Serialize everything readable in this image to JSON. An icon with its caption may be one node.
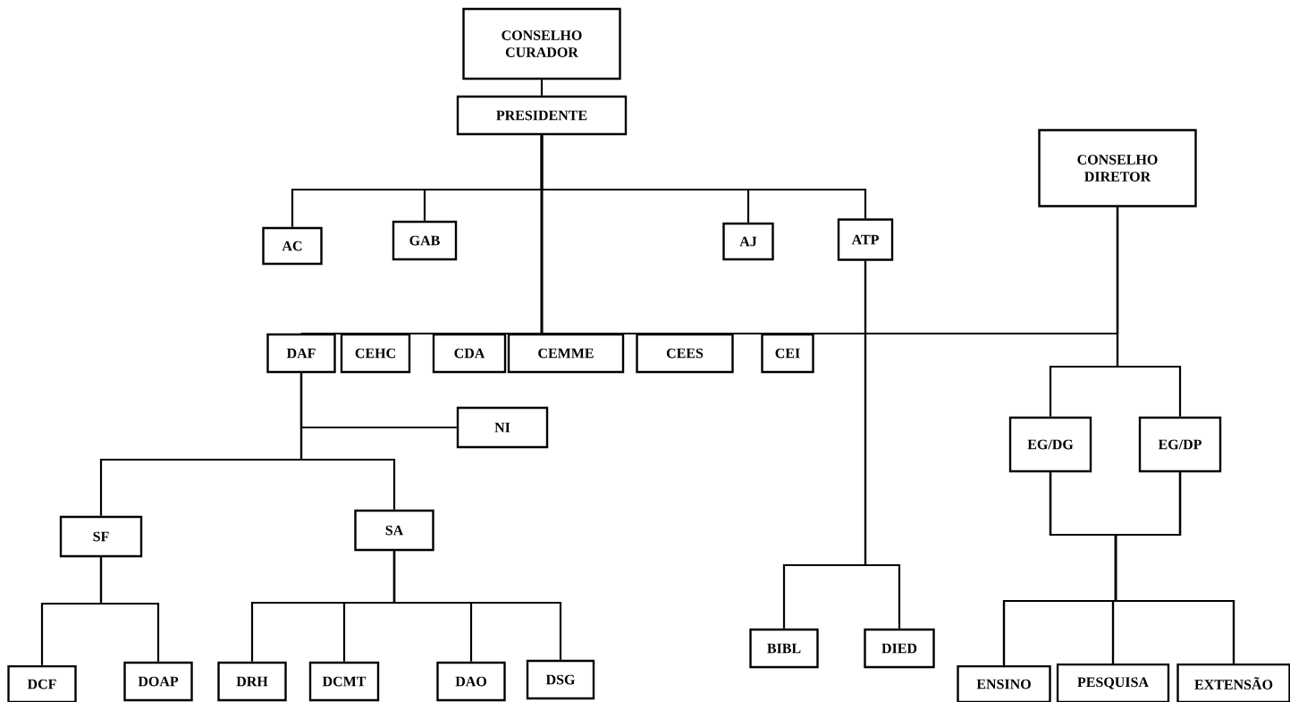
{
  "diagram": {
    "nodes": [
      {
        "text": [
          "CONSELHO CURADOR"
        ]
      },
      {
        "text": [
          "PRESIDENTE"
        ]
      },
      {
        "text": [
          "AC"
        ]
      },
      {
        "text": [
          "GAB"
        ]
      },
      {
        "text": [
          "AJ"
        ]
      },
      {
        "text": [
          "ATP"
        ]
      },
      {
        "text": [
          "CONSELHO DIRETOR"
        ]
      },
      {
        "text": [
          "DAF"
        ]
      },
      {
        "text": [
          "CEHC"
        ]
      },
      {
        "text": [
          "CDA"
        ]
      },
      {
        "text": [
          "CEMME"
        ]
      },
      {
        "text": [
          "CEES"
        ]
      },
      {
        "text": [
          "CEI"
        ]
      },
      {
        "text": [
          "NI"
        ]
      },
      {
        "text": [
          "SF"
        ]
      },
      {
        "text": [
          "SA"
        ]
      },
      {
        "text": [
          "DCF"
        ]
      },
      {
        "text": [
          "DOAP"
        ]
      },
      {
        "text": [
          "DRH"
        ]
      },
      {
        "text": [
          "DCMT"
        ]
      },
      {
        "text": [
          "DAO"
        ]
      },
      {
        "text": [
          "DSG"
        ]
      },
      {
        "text": [
          "BIBL"
        ]
      },
      {
        "text": [
          "DIED"
        ]
      },
      {
        "text": [
          "EG/DG"
        ]
      },
      {
        "text": [
          "EG/DP"
        ]
      },
      {
        "text": [
          "ENSINO"
        ]
      },
      {
        "text": [
          "PESQUISA"
        ]
      },
      {
        "text": [
          "EXTENSÃO"
        ]
      }
    ],
    "edges": [
      {
        "from": 0,
        "to": 1,
        "arrow": "none"
      },
      {
        "from": 1,
        "to": 2,
        "arrow": "none"
      },
      {
        "from": 1,
        "to": 3,
        "arrow": "none"
      },
      {
        "from": 1,
        "to": 4,
        "arrow": "none"
      },
      {
        "from": 1,
        "to": 5,
        "arrow": "none"
      },
      {
        "from": 1,
        "to": 7,
        "arrow": "none"
      },
      {
        "from": 1,
        "to": 8,
        "arrow": "none"
      },
      {
        "from": 1,
        "to": 9,
        "arrow": "none"
      },
      {
        "from": 1,
        "to": 10,
        "arrow": "none"
      },
      {
        "from": 1,
        "to": 11,
        "arrow": "none"
      },
      {
        "from": 1,
        "to": 12,
        "arrow": "none"
      },
      {
        "from": 1,
        "to": 6,
        "arrow": "none"
      },
      {
        "from": 6,
        "to": 24,
        "arrow": "none"
      },
      {
        "from": 6,
        "to": 25,
        "arrow": "none"
      },
      {
        "from": 5,
        "to": 22,
        "arrow": "none"
      },
      {
        "from": 5,
        "to": 23,
        "arrow": "none"
      },
      {
        "from": 7,
        "to": 13,
        "arrow": "none"
      },
      {
        "from": 7,
        "to": 14,
        "arrow": "none"
      },
      {
        "from": 7,
        "to": 15,
        "arrow": "none"
      },
      {
        "from": 14,
        "to": 16,
        "arrow": "none"
      },
      {
        "from": 14,
        "to": 17,
        "arrow": "none"
      },
      {
        "from": 15,
        "to": 18,
        "arrow": "none"
      },
      {
        "from": 15,
        "to": 19,
        "arrow": "none"
      },
      {
        "from": 15,
        "to": 20,
        "arrow": "none"
      },
      {
        "from": 15,
        "to": 21,
        "arrow": "none"
      },
      {
        "from": 24,
        "to": 26,
        "arrow": "none"
      },
      {
        "from": 24,
        "to": 27,
        "arrow": "none"
      },
      {
        "from": 24,
        "to": 28,
        "arrow": "none"
      },
      {
        "from": 25,
        "to": 26,
        "arrow": "none"
      },
      {
        "from": 25,
        "to": 27,
        "arrow": "none"
      },
      {
        "from": 25,
        "to": 28,
        "arrow": "none"
      }
    ]
  }
}
